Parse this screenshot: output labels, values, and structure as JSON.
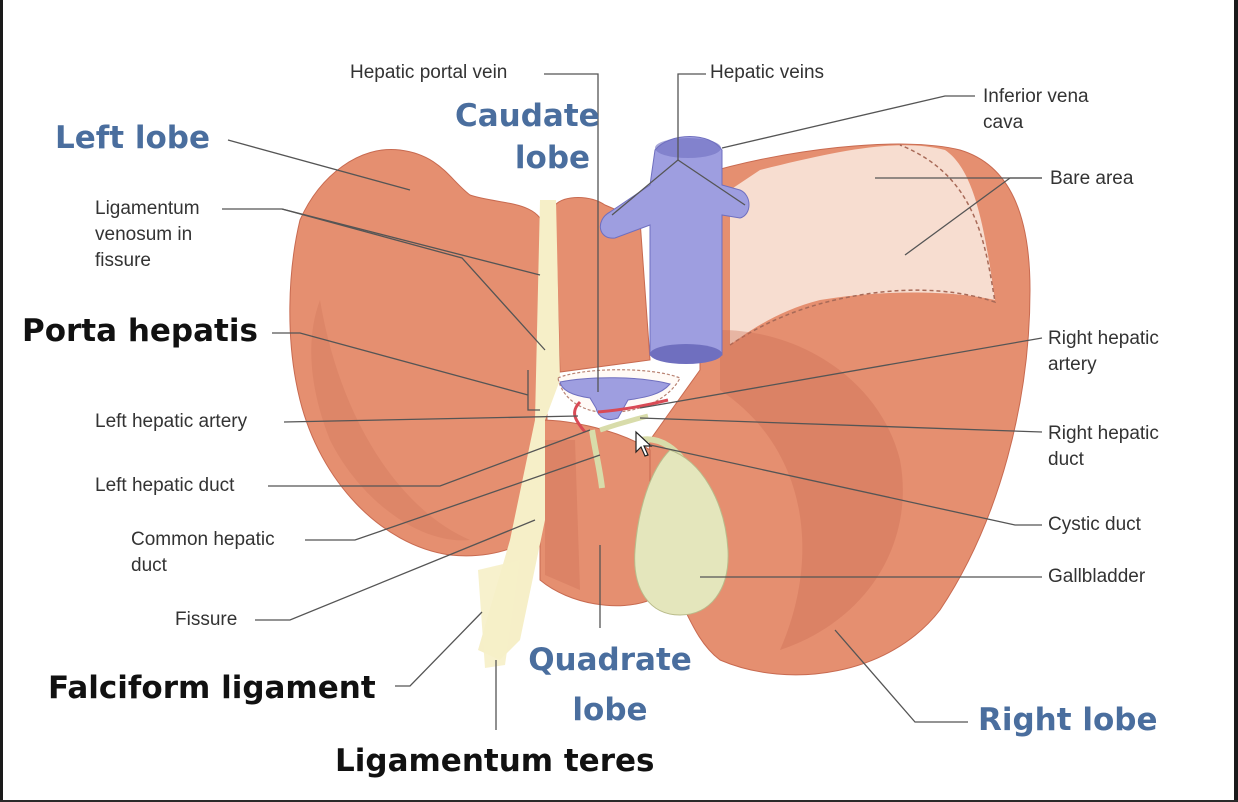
{
  "colors": {
    "liver": "#e58f70",
    "liver_dark": "#c86a50",
    "liver_light": "#f4c2ad",
    "vessel": "#9e9ee0",
    "vessel_dark": "#6f6fbf",
    "gallbladder": "#e4e6bc",
    "ligament": "#f6efc8",
    "bare_area": "#f7ddd0",
    "line": "#555555",
    "blue_label": "#4a6e9e",
    "black_label": "#111111"
  },
  "labels": {
    "hepatic_portal_vein": "Hepatic portal vein",
    "hepatic_veins": "Hepatic veins",
    "inferior_vena_cava_1": "Inferior vena",
    "inferior_vena_cava_2": "cava",
    "bare_area": "Bare area",
    "ligamentum_venosum_1": "Ligamentum",
    "ligamentum_venosum_2": "venosum in",
    "ligamentum_venosum_3": "fissure",
    "left_hepatic_artery": "Left hepatic artery",
    "left_hepatic_duct": "Left hepatic duct",
    "common_hepatic_duct_1": "Common hepatic",
    "common_hepatic_duct_2": "duct",
    "fissure": "Fissure",
    "right_hepatic_artery_1": "Right hepatic",
    "right_hepatic_artery_2": "artery",
    "right_hepatic_duct_1": "Right hepatic",
    "right_hepatic_duct_2": "duct",
    "cystic_duct": "Cystic duct",
    "gallbladder": "Gallbladder"
  },
  "big_labels": {
    "left_lobe": "Left lobe",
    "caudate_lobe_1": "Caudate",
    "caudate_lobe_2": "lobe",
    "porta_hepatis": "Porta hepatis",
    "quadrate_lobe_1": "Quadrate",
    "quadrate_lobe_2": "lobe",
    "right_lobe": "Right lobe",
    "falciform_ligament": "Falciform ligament",
    "ligamentum_teres": "Ligamentum teres"
  }
}
